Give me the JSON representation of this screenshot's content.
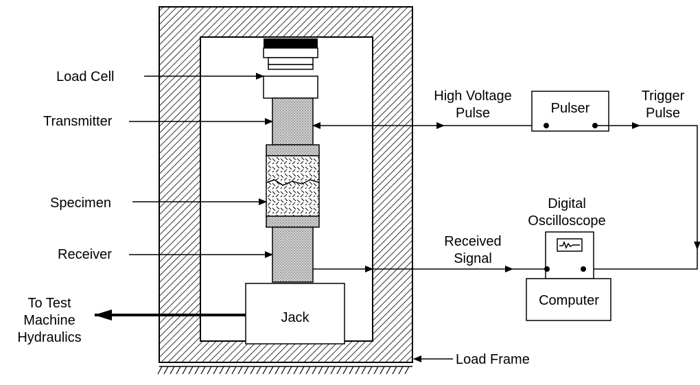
{
  "labels": {
    "load_cell": "Load Cell",
    "transmitter": "Transmitter",
    "specimen": "Specimen",
    "receiver": "Receiver",
    "jack": "Jack",
    "to_test": "To Test",
    "machine": "Machine",
    "hydraulics": "Hydraulics",
    "load_frame": "Load Frame",
    "high_voltage": "High Voltage",
    "pulse": "Pulse",
    "pulser": "Pulser",
    "trigger": "Trigger",
    "trigger_pulse": "Pulse",
    "digital": "Digital",
    "oscilloscope": "Oscilloscope",
    "received": "Received",
    "signal": "Signal",
    "computer": "Computer"
  },
  "colors": {
    "ink": "#000000",
    "paper": "#ffffff",
    "stipple": "#c8c8c8"
  }
}
